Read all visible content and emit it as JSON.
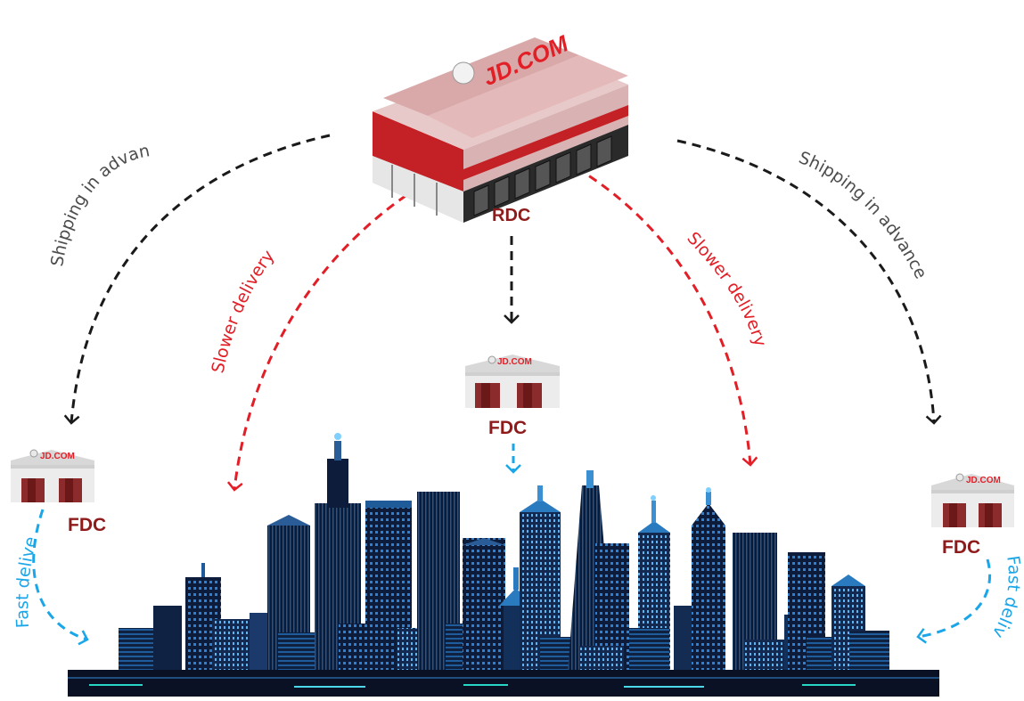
{
  "colors": {
    "rdc_label": "#8e1b1b",
    "fdc_label": "#8e1b1b",
    "shipping_arrow": "#1a1a1a",
    "slower_arrow": "#e21e26",
    "fast_arrow": "#1aa6e8",
    "shipping_text": "#4d4d4d",
    "city_dark": "#0e1a33",
    "city_blue": "#1f6fb5"
  },
  "warehouse": {
    "brand": "JD.COM",
    "label": "RDC"
  },
  "fdcs": [
    {
      "brand": "JD.COM",
      "label": "FDC"
    },
    {
      "brand": "JD.COM",
      "label": "FDC"
    },
    {
      "brand": "JD.COM",
      "label": "FDC"
    }
  ],
  "arrows": {
    "shipping_left": "Shipping in advance",
    "shipping_right": "Shipping in advance",
    "slower_left": "Slower delivery",
    "slower_right": "Slower delivery",
    "fast_left": "Fast delivery",
    "fast_right": "Fast delivery"
  }
}
